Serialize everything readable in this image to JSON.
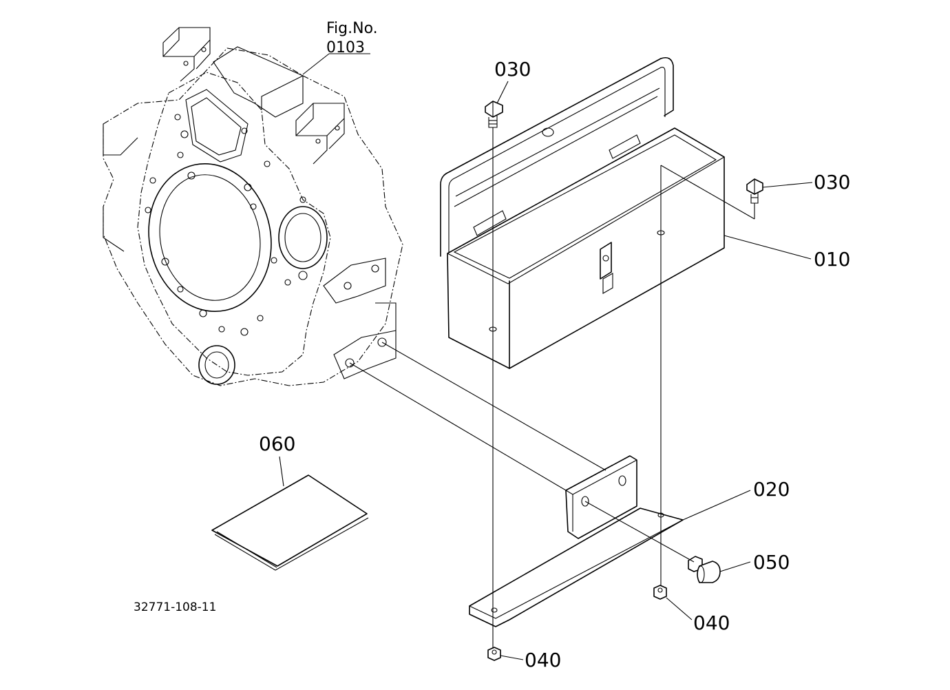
{
  "figure": {
    "fig_caption": "Fig.No.",
    "fig_number": "0103",
    "doc_number": "32771-108-11"
  },
  "parts": {
    "p010": "010",
    "p020": "020",
    "p030a": "030",
    "p030b": "030",
    "p040a": "040",
    "p040b": "040",
    "p050": "050",
    "p060": "060"
  }
}
